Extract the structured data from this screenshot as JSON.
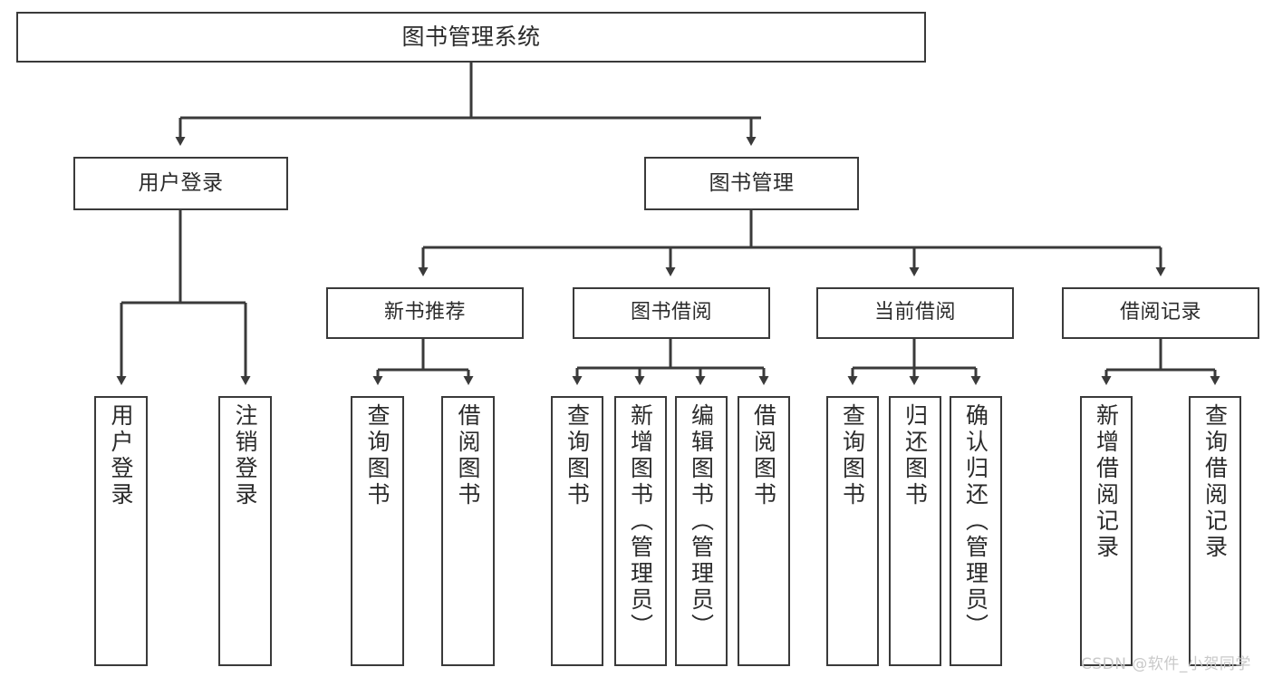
{
  "diagram": {
    "title": "图书管理系统",
    "type": "tree",
    "watermark": "CSDN @软件_小贺同学",
    "colors": {
      "box_border": "#3a3a3a",
      "box_fill": "#ffffff",
      "connector": "#3a3a3a",
      "text": "#2b2b2b",
      "watermark": "#c9c9c9",
      "background": "#ffffff"
    },
    "root": {
      "id": "root",
      "label": "图书管理系统"
    },
    "level2": [
      {
        "id": "user-login",
        "label": "用户登录"
      },
      {
        "id": "book-manage",
        "label": "图书管理"
      }
    ],
    "level3": [
      {
        "id": "new-book-rec",
        "label": "新书推荐",
        "parent": "book-manage"
      },
      {
        "id": "book-borrow",
        "label": "图书借阅",
        "parent": "book-manage"
      },
      {
        "id": "current-borrow",
        "label": "当前借阅",
        "parent": "book-manage"
      },
      {
        "id": "borrow-record",
        "label": "借阅记录",
        "parent": "book-manage"
      }
    ],
    "leaves": [
      {
        "id": "leaf-user-login",
        "label": "用户登录",
        "parent": "user-login"
      },
      {
        "id": "leaf-user-logout",
        "label": "注销登录",
        "parent": "user-login"
      },
      {
        "id": "leaf-rec-query",
        "label": "查询图书",
        "parent": "new-book-rec"
      },
      {
        "id": "leaf-rec-borrow",
        "label": "借阅图书",
        "parent": "new-book-rec"
      },
      {
        "id": "leaf-borrow-query",
        "label": "查询图书",
        "parent": "book-borrow"
      },
      {
        "id": "leaf-borrow-add",
        "label": "新增图书（管理员）",
        "parent": "book-borrow"
      },
      {
        "id": "leaf-borrow-edit",
        "label": "编辑图书（管理员）",
        "parent": "book-borrow"
      },
      {
        "id": "leaf-borrow-lend",
        "label": "借阅图书",
        "parent": "book-borrow"
      },
      {
        "id": "leaf-cur-query",
        "label": "查询图书",
        "parent": "current-borrow"
      },
      {
        "id": "leaf-cur-return",
        "label": "归还图书",
        "parent": "current-borrow"
      },
      {
        "id": "leaf-cur-confirm",
        "label": "确认归还（管理员）",
        "parent": "current-borrow"
      },
      {
        "id": "leaf-rec-add",
        "label": "新增借阅记录",
        "parent": "borrow-record"
      },
      {
        "id": "leaf-rec-query2",
        "label": "查询借阅记录",
        "parent": "borrow-record"
      }
    ]
  }
}
